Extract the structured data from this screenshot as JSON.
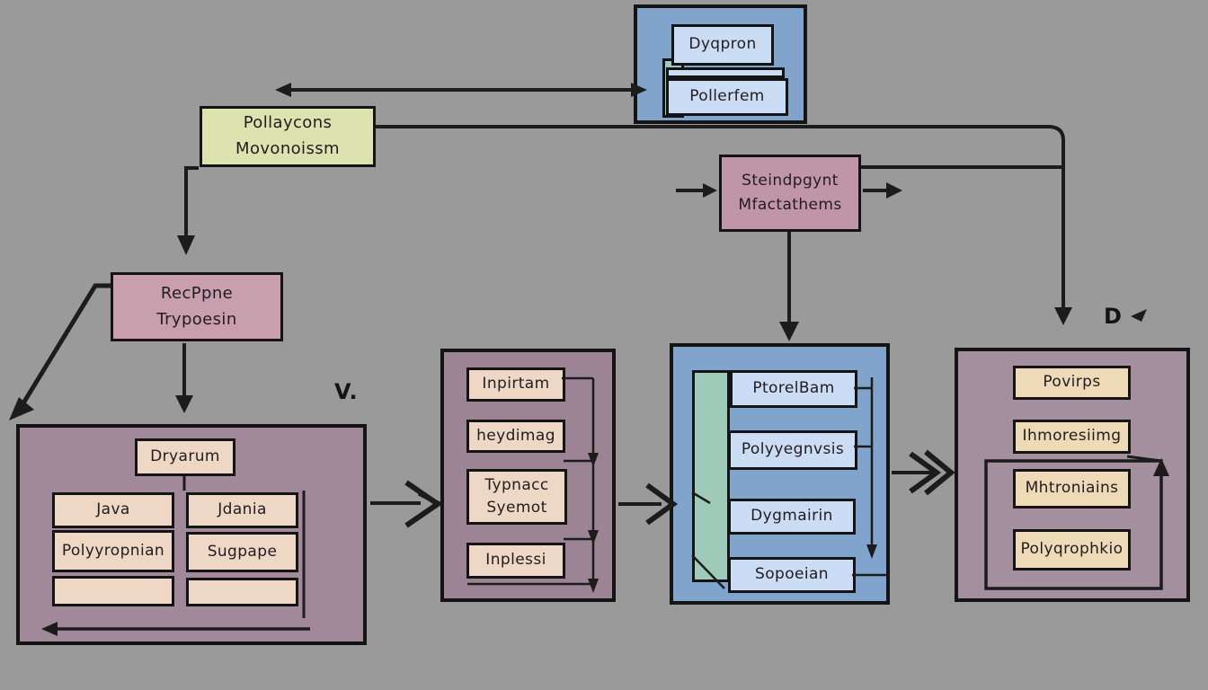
{
  "colors": {
    "bg": "#9a9a9a",
    "line": "#1c1c1c",
    "yellow": "#dde3ae",
    "pink": "#c095a5",
    "pink2": "#c99fae",
    "mauve": "#a2899a",
    "mauvemid": "#9c8494",
    "mauveright": "#a38f9d",
    "blue": "#81a4cc",
    "bluelight": "#cbdcf5",
    "teal": "#9ecab9",
    "peach": "#eed7c5",
    "cream": "#eedab6",
    "text": "#221c20"
  },
  "diagram": {
    "top_module": {
      "item1": "Dyqpron",
      "item2": "Pollerfem"
    },
    "yellow_node": {
      "line1": "Pollaycons",
      "line2": "Movonoissm"
    },
    "standpoint_node": {
      "line1": "Steindpgynt",
      "line2": "Mfactathems"
    },
    "recipe_node": {
      "line1": "RecPpne",
      "line2": "Trypoesin"
    },
    "left_container": {
      "title": "Dryarum",
      "cell1": "Java",
      "cell2": "Jdania",
      "cell3": "Polyyropnian",
      "cell4": "Sugpape"
    },
    "middle_list": {
      "item1": "Inpirtam",
      "item2": "heydimag",
      "item3_line1": "Typnacc",
      "item3_line2": "Syemot",
      "item4": "Inplessi"
    },
    "blue_list": {
      "item1": "PtorelBam",
      "item2": "Polyyegnvsis",
      "item3": "Dygmairin",
      "item4": "Sopoeian"
    },
    "right_list": {
      "item1": "Povirps",
      "item2": "Ihmoresiimg",
      "item3": "Mhtroniains",
      "item4": "Polyqrophkio"
    },
    "annotations": {
      "v_label": "V.",
      "d_label": "D"
    }
  }
}
